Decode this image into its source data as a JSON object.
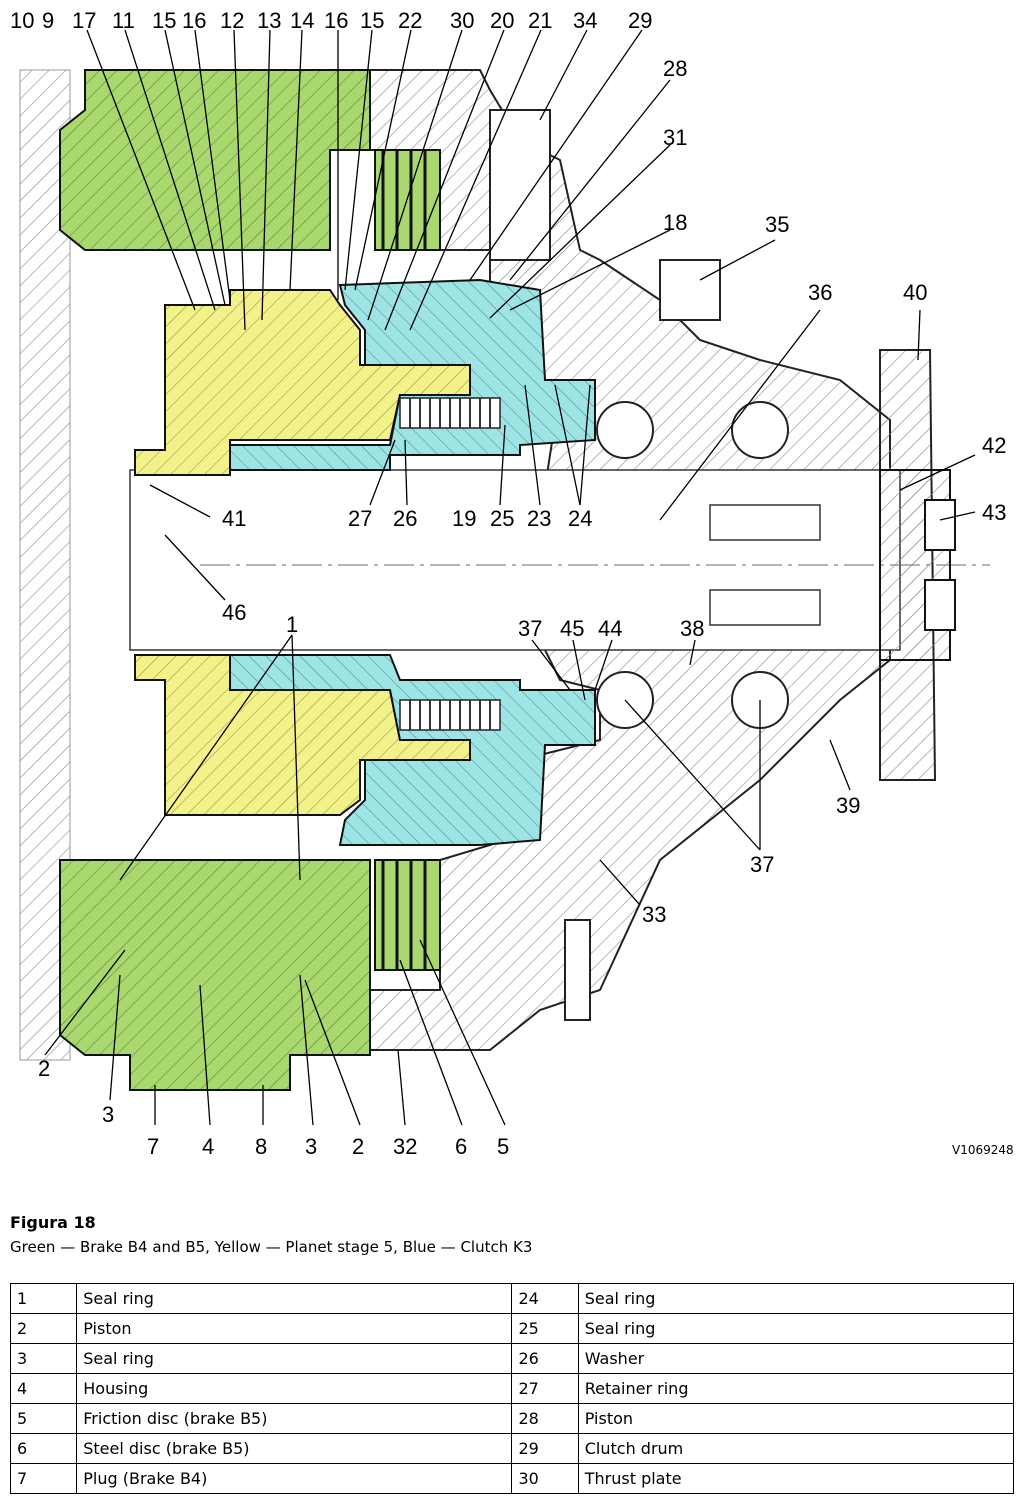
{
  "diagram": {
    "drawing_id": "V1069248",
    "colors": {
      "green": "#a8d86e",
      "yellow": "#f3f28a",
      "blue": "#9fe4e4",
      "hatch": "#8c8c8c",
      "line": "#000000"
    },
    "callouts_top": [
      "10",
      "9",
      "17",
      "11",
      "15",
      "16",
      "12",
      "13",
      "14",
      "16",
      "15",
      "22",
      "30",
      "20",
      "21",
      "34",
      "29"
    ],
    "callouts_right": [
      "28",
      "31",
      "18",
      "35",
      "36",
      "40",
      "42",
      "43"
    ],
    "callouts_mid": [
      "41",
      "27",
      "26",
      "19",
      "25",
      "23",
      "24"
    ],
    "callouts_lower": [
      "46",
      "1",
      "37",
      "45",
      "44",
      "38",
      "39",
      "37",
      "33"
    ],
    "callouts_bottom": [
      "2",
      "3",
      "7",
      "4",
      "8",
      "3",
      "2",
      "32",
      "6",
      "5"
    ]
  },
  "caption": {
    "figure": "Figura 18",
    "description": "Green — Brake B4 and B5, Yellow — Planet stage 5, Blue — Clutch K3"
  },
  "parts_table": [
    {
      "left_num": "1",
      "left_name": "Seal ring",
      "right_num": "24",
      "right_name": "Seal ring"
    },
    {
      "left_num": "2",
      "left_name": "Piston",
      "right_num": "25",
      "right_name": "Seal ring"
    },
    {
      "left_num": "3",
      "left_name": "Seal ring",
      "right_num": "26",
      "right_name": "Washer"
    },
    {
      "left_num": "4",
      "left_name": "Housing",
      "right_num": "27",
      "right_name": "Retainer ring"
    },
    {
      "left_num": "5",
      "left_name": "Friction disc (brake B5)",
      "right_num": "28",
      "right_name": "Piston"
    },
    {
      "left_num": "6",
      "left_name": "Steel disc (brake B5)",
      "right_num": "29",
      "right_name": "Clutch drum"
    },
    {
      "left_num": "7",
      "left_name": "Plug (Brake B4)",
      "right_num": "30",
      "right_name": "Thrust plate"
    }
  ]
}
